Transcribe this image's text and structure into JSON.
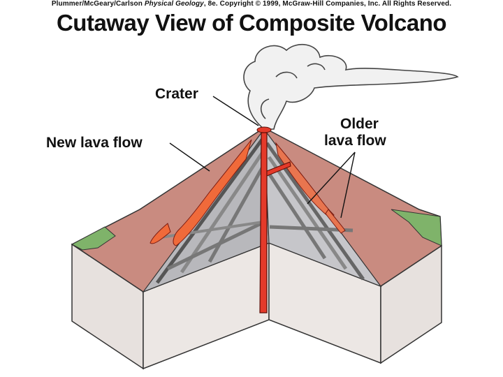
{
  "credit": {
    "authors": "Plummer/McGeary/Carlson",
    "book": "Physical Geology",
    "rest": ", 8e.  Copyright © 1999, McGraw-Hill Companies, Inc. All Rights Reserved."
  },
  "title": "Cutaway View of Composite Volcano",
  "labels": {
    "crater": "Crater",
    "new_lava_flow": "New lava flow",
    "older_lava_flow_line1": "Older",
    "older_lava_flow_line2": "lava flow"
  },
  "colors": {
    "ground_surface": "#c98b80",
    "grass": "#7fb36a",
    "block_face": "#e7e1de",
    "cone_layers": "#a9a9ad",
    "magma": "#e43a2a",
    "lava": "#f06a3a",
    "smoke": "#f1f1f1"
  }
}
